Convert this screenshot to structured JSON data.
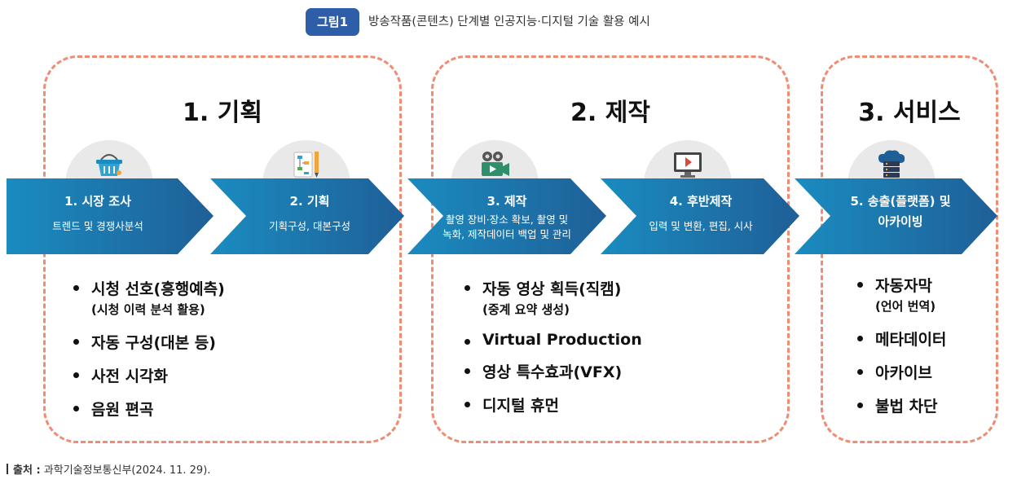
{
  "header": {
    "badge": "그림1",
    "title": "방송작품(콘텐츠) 단계별 인공지능·디지털 기술 활용 예시"
  },
  "groups": [
    {
      "title": "1. 기획"
    },
    {
      "title": "2. 제작"
    },
    {
      "title": "3. 서비스"
    }
  ],
  "steps": [
    {
      "title": "1. 시장 조사",
      "desc": [
        "트렌드 및 경쟁사분석"
      ],
      "icon": "shopping-basket-icon"
    },
    {
      "title": "2. 기획",
      "desc": [
        "기획구성, 대본구성"
      ],
      "icon": "flowchart-pencil-icon"
    },
    {
      "title": "3. 제작",
      "desc": [
        "촬영 장비·장소 확보, 촬영 및",
        "녹화, 제작데이터 백업 및 관리"
      ],
      "icon": "video-camera-icon"
    },
    {
      "title": "4. 후반제작",
      "desc": [
        "입력 및 변환, 편집, 시사"
      ],
      "icon": "video-monitor-icon"
    },
    {
      "title": "5. 송출(플랫폼) 및",
      "title2": "아카이빙",
      "desc": [],
      "icon": "cloud-server-icon"
    }
  ],
  "bullets": {
    "planning": [
      {
        "text": "시청 선호(흥행예측)",
        "sub": "(시청 이력 분석 활용)"
      },
      {
        "text": "자동 구성(대본 등)",
        "sub": ""
      },
      {
        "text": "사전 시각화",
        "sub": ""
      },
      {
        "text": "음원 편곡",
        "sub": ""
      }
    ],
    "production": [
      {
        "text": "자동 영상 획득(직캠)",
        "sub": "(중계 요약 생성)"
      },
      {
        "text": "Virtual Production",
        "sub": ""
      },
      {
        "text": "영상 특수효과(VFX)",
        "sub": ""
      },
      {
        "text": "디지털 휴먼",
        "sub": ""
      }
    ],
    "service": [
      {
        "text": "자동자막",
        "sub": "(언어 번역)"
      },
      {
        "text": "메타데이터",
        "sub": ""
      },
      {
        "text": "아카이브",
        "sub": ""
      },
      {
        "text": "불법 차단",
        "sub": ""
      }
    ]
  },
  "source": {
    "label": "출처 :",
    "text": "과학기술정보통신부(2024. 11. 29)."
  },
  "colors": {
    "badge": "#2f5ea8",
    "dashed_border": "#ee8c74",
    "chevron_start": "#1a8cc0",
    "chevron_end": "#1f5f97",
    "icon_circle": "#e9e9e9"
  }
}
